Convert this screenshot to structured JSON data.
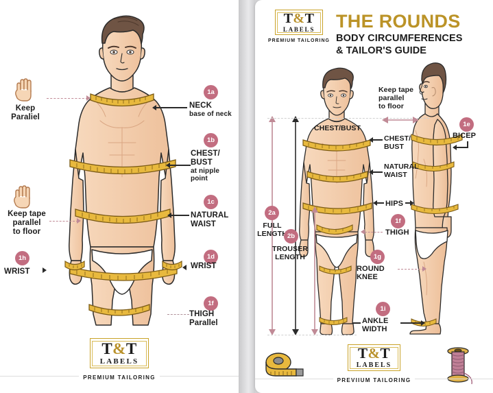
{
  "brand": {
    "tt": "T",
    "amp": "&",
    "tt2": "T",
    "labels": "LABELS",
    "tagline_left": "PREMIUM TAILORING",
    "tagline_right": "PREVIIUM TAILORING"
  },
  "header": {
    "title": "THE ROUNDS",
    "subtitle_line1": "BODY CIRCUMFERENCES",
    "subtitle_line2": "& TAILOR'S GUIDE"
  },
  "left_page": {
    "notes": [
      {
        "id": "keep-parallel",
        "line1": "Keep",
        "line2": "Paraliel"
      },
      {
        "id": "keep-tape-parallel",
        "line1": "Keep tape",
        "line2": "parallel",
        "line3": "to floor"
      }
    ],
    "callouts": [
      {
        "badge": "1a",
        "line1": "NECK",
        "line2": "base of neck"
      },
      {
        "badge": "1b",
        "line1": "CHEST/",
        "line2": "BUST",
        "line3": "at nipple",
        "line4": "point"
      },
      {
        "badge": "1c",
        "line1": "NATURAL",
        "line2": "WAIST"
      },
      {
        "badge": "1d",
        "line1": "WRIST"
      },
      {
        "badge": "1f",
        "line1": "THIGH",
        "line2": "Parallel"
      },
      {
        "badge": "1h",
        "line1": "WRIST"
      }
    ]
  },
  "right_page": {
    "note": {
      "line1": "Keep tape",
      "line2": "parallel",
      "line3": "to floor"
    },
    "front_labels": [
      {
        "text": "CHEST/BUST"
      }
    ],
    "callouts": [
      {
        "badge": "2a",
        "line1": "FULL",
        "line2": "LENGTH"
      },
      {
        "badge": "2b",
        "line1": "TROUSER",
        "line2": "LENGTH"
      },
      {
        "badge": "1e",
        "line1": "BICEP"
      },
      {
        "badge": "1f",
        "line1": "THIGH"
      },
      {
        "badge": "1g",
        "line1": "ROUND",
        "line2": "KNEE"
      },
      {
        "badge": "1i",
        "line1": "ANKLE",
        "line2": "WIDTH"
      }
    ],
    "plain_labels": [
      {
        "line1": "CHEST/",
        "line2": "Bust"
      },
      {
        "line1": "NATURAL",
        "line2": "WAIST"
      },
      {
        "line1": "HIPS"
      }
    ],
    "chest_bust_line1": "CHEST/",
    "chest_bust_line2": "BUST",
    "natural_waist_line1": "NATURAL",
    "natural_waist_line2": "WAIST",
    "hips": "HIPS"
  },
  "colors": {
    "badge": "#c26d80",
    "gold": "#bb9327",
    "tape": "#e8b93e",
    "skin": "#f3cdab",
    "hair": "#6f5444",
    "accent_dash": "#c08a96",
    "page_bg": "#ffffff",
    "outer_bg": "#d5d5d7"
  },
  "icons": {
    "hand": "hand-icon",
    "tape_roll": "tape-measure-icon",
    "thread_spool": "thread-spool-icon"
  }
}
